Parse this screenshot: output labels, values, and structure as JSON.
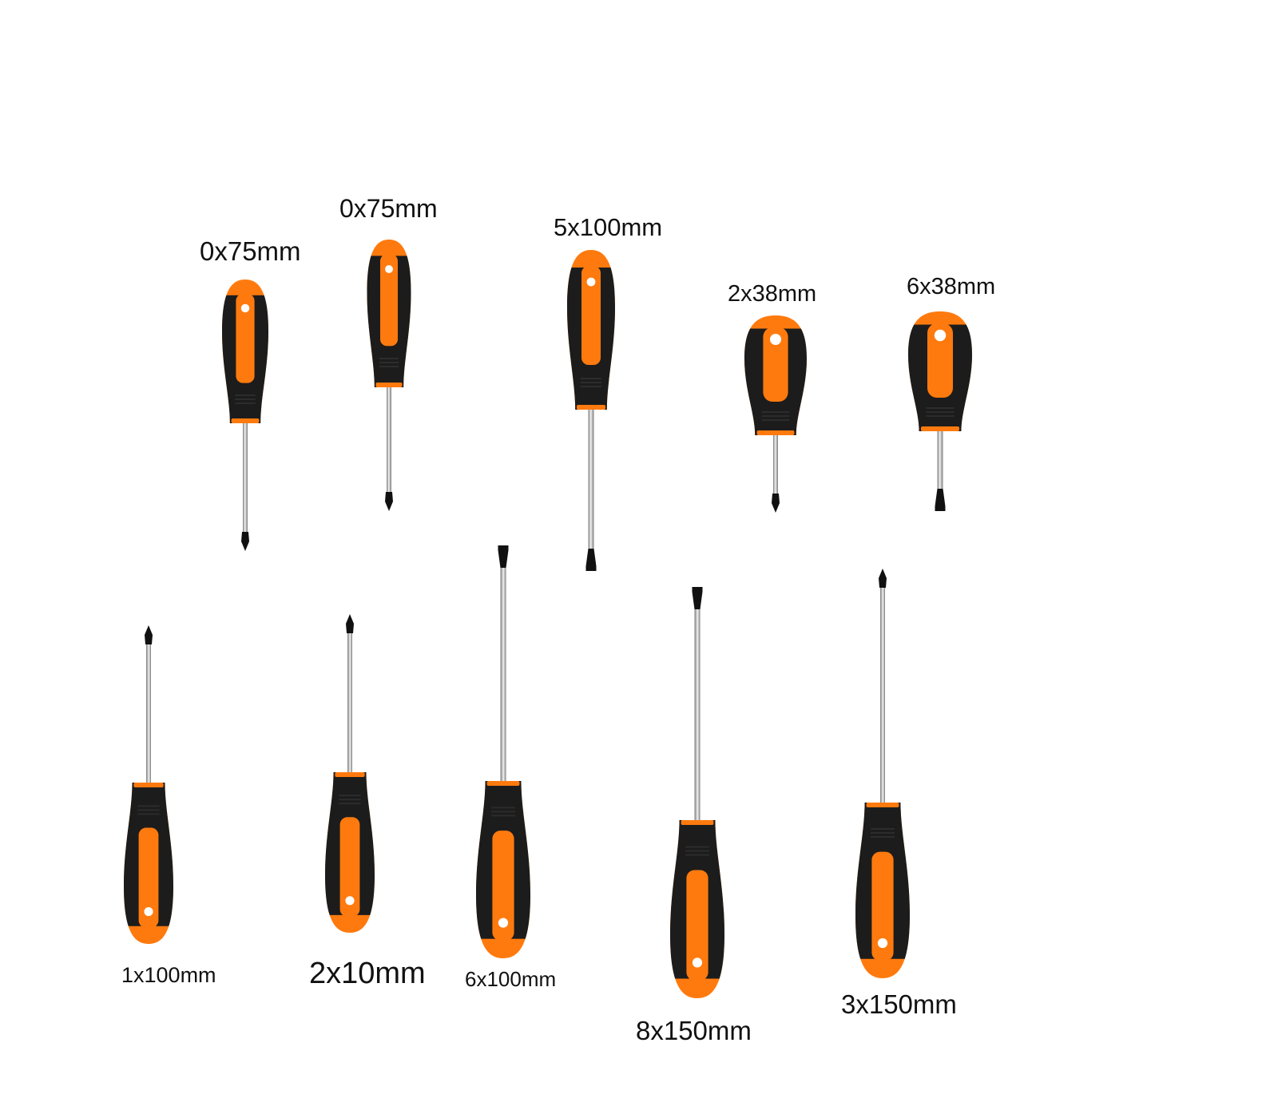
{
  "colors": {
    "background": "#ffffff",
    "handle_orange": "#ff7a0e",
    "handle_black": "#1c1c1c",
    "shaft_light": "#f2f2f2",
    "shaft_dark": "#7a7a7a",
    "tip": "#111111",
    "label_text": "#111111"
  },
  "labels": {
    "top": [
      "0x75mm",
      "0x75mm",
      "5x100mm",
      "2x38mm",
      "6x38mm"
    ],
    "bottom": [
      "1x100mm",
      "2x10mm",
      "6x100mm",
      "8x150mm",
      "3x150mm"
    ]
  },
  "screwdrivers": [
    {
      "tip_type": "phillips"
    },
    {
      "tip_type": "phillips"
    },
    {
      "tip_type": "slotted"
    },
    {
      "tip_type": "phillips"
    },
    {
      "tip_type": "slotted"
    },
    {
      "tip_type": "phillips"
    },
    {
      "tip_type": "phillips"
    },
    {
      "tip_type": "slotted"
    },
    {
      "tip_type": "slotted"
    },
    {
      "tip_type": "phillips"
    }
  ]
}
